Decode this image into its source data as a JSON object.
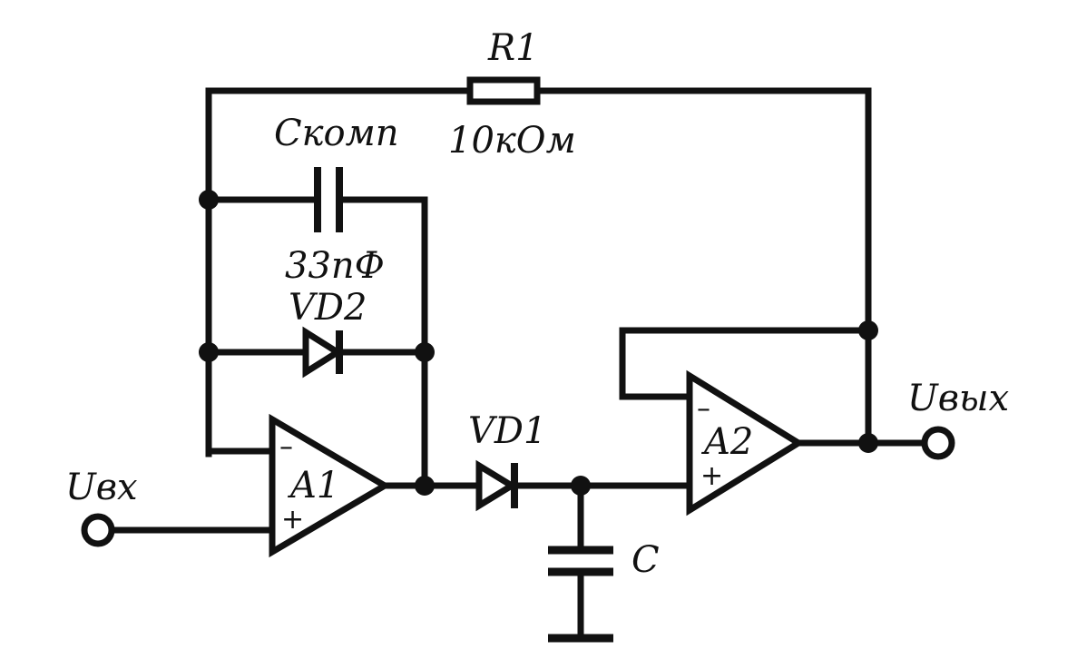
{
  "components": {
    "r1": {
      "name": "R1",
      "value": "10кОм"
    },
    "c_comp": {
      "name": "Cкомп",
      "value": "33пФ"
    },
    "vd2": {
      "name": "VD2"
    },
    "vd1": {
      "name": "VD1"
    },
    "a1": {
      "name": "A1",
      "inv": "–",
      "noninv": "+"
    },
    "a2": {
      "name": "A2",
      "inv": "–",
      "noninv": "+"
    },
    "c": {
      "name": "C"
    }
  },
  "terminals": {
    "input": "Uвх",
    "output": "Uвых"
  },
  "colors": {
    "ink": "#111111",
    "paper": "#ffffff"
  }
}
